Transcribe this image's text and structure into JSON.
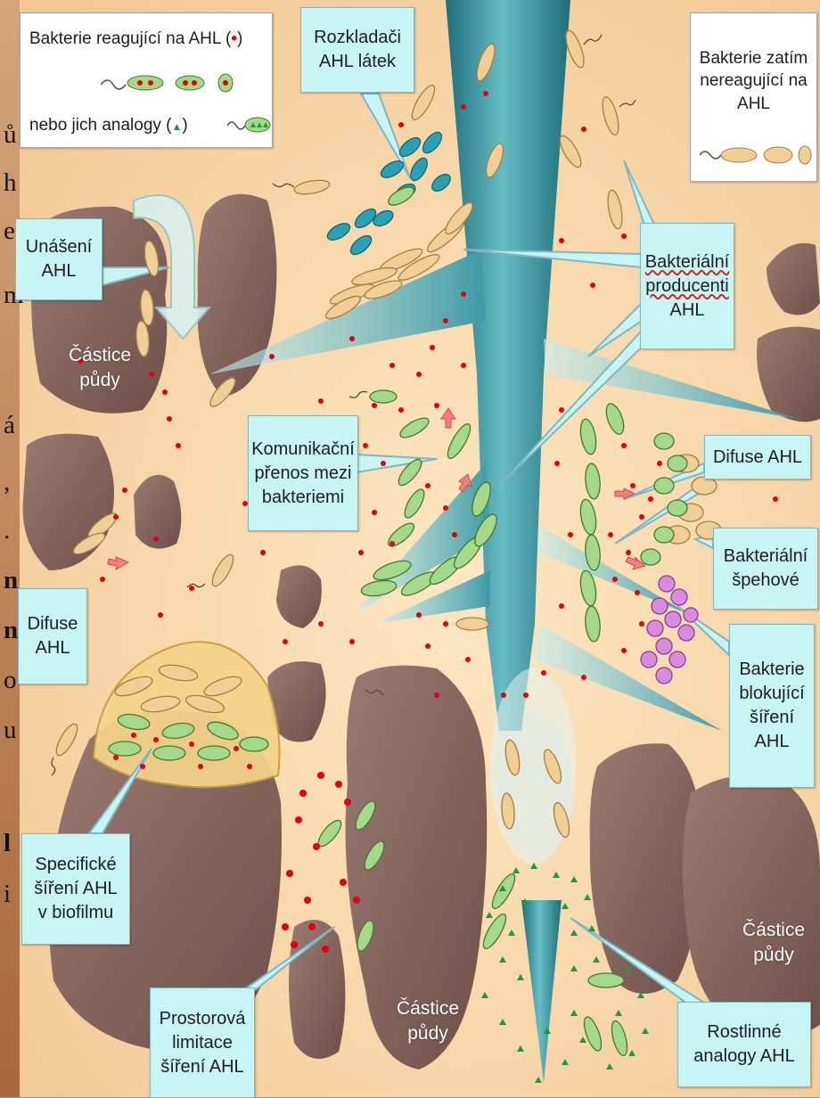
{
  "legend": {
    "reacting_title": "Bakterie reagující na AHL (",
    "reacting_title_end": ")",
    "analogs_text": "nebo jich analogy (",
    "analogs_text_end": ")"
  },
  "callouts": {
    "degraders": [
      "Rozkladači",
      "AHL  látek"
    ],
    "not_reacting": [
      "Bakterie zatím",
      "nereagující na",
      "AHL"
    ],
    "carrying": [
      "Unášení",
      "AHL"
    ],
    "producers": [
      "Bakteriální",
      "producenti",
      "AHL"
    ],
    "communication": [
      "Komunikační",
      "přenos mezi",
      "bakteriemi"
    ],
    "diffusion_right": [
      "Difuse AHL"
    ],
    "spies": [
      "Bakteriální",
      "špehové"
    ],
    "blocking": [
      "Bakterie",
      "blokující",
      "šíření",
      "AHL"
    ],
    "diffusion_left": [
      "Difuse",
      "AHL"
    ],
    "biofilm": [
      "Specifické",
      "šíření AHL",
      "v biofilmu"
    ],
    "spatial": [
      "Prostorová",
      "limitace",
      "šíření AHL"
    ],
    "plant_analogs": [
      "Rostlinné",
      "analogy AHL"
    ]
  },
  "soil_labels": {
    "top_left": [
      "Částice",
      "půdy"
    ],
    "bottom_center": [
      "Částice",
      "půdy"
    ],
    "bottom_right": [
      "Částice",
      "půdy"
    ]
  },
  "slide_fragments": [
    "ů",
    "h",
    "e",
    "m",
    "á",
    ",",
    ".",
    "n",
    "n",
    "o",
    "u",
    "l",
    "i"
  ],
  "colors": {
    "background": "#f6d3a3",
    "soil": "#8a6a62",
    "root": "#4aa3ad",
    "callout": "#c9f4f4",
    "ahl_signal": "#e00010",
    "plant_analog": "#1d9a3a",
    "reacting_bacteria": "#a6d88a",
    "non_reacting_bacteria": "#efcf95",
    "degraders": "#2aa0b5",
    "blockers": "#d98be0"
  }
}
